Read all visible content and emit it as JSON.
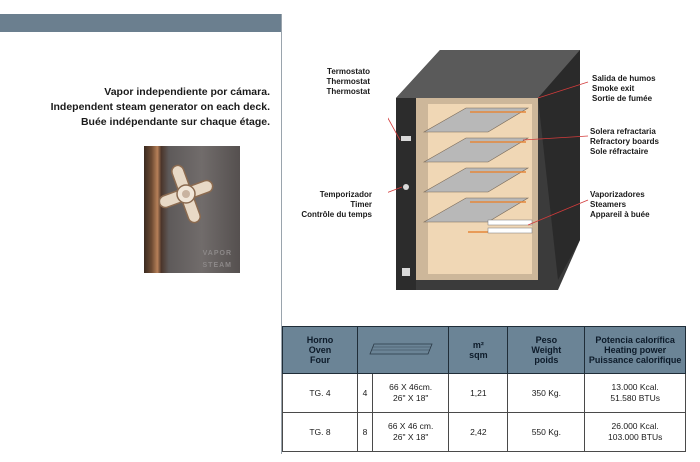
{
  "steam": {
    "es": "Vapor independiente por cámara.",
    "en": "Independent steam generator on each deck.",
    "fr": "Buée indépendante sur chaque étage."
  },
  "photo": {
    "label1": "VAPOR",
    "label2": "STEAM"
  },
  "labels": {
    "thermostat": [
      "Termostato",
      "Thermostat",
      "Thermostat"
    ],
    "timer": [
      "Temporizador",
      "Timer",
      "Contrôle du temps"
    ],
    "smoke": [
      "Salida de humos",
      "Smoke exit",
      "Sortie de fumée"
    ],
    "refractory": [
      "Solera refractaria",
      "Refractory boards",
      "Sole réfractaire"
    ],
    "steamers": [
      "Vaporizadores",
      "Steamers",
      "Appareil à buée"
    ]
  },
  "table": {
    "headers": {
      "oven": [
        "Horno",
        "Oven",
        "Four"
      ],
      "area": [
        "m²",
        "sqm"
      ],
      "weight": [
        "Peso",
        "Weight",
        "poids"
      ],
      "power": [
        "Potencia calorífica",
        "Heating power",
        "Puissance calorifique"
      ]
    },
    "rows": [
      {
        "model": "TG. 4",
        "decks": "4",
        "size1": "66 X 46cm.",
        "size2": "26\" X 18\"",
        "area": "1,21",
        "weight": "350 Kg.",
        "power1": "13.000 Kcal.",
        "power2": "51.580 BTUs"
      },
      {
        "model": "TG. 8",
        "decks": "8",
        "size1": "66 X 46 cm.",
        "size2": "26\" X 18\"",
        "area": "2,42",
        "weight": "550 Kg.",
        "power1": "26.000 Kcal.",
        "power2": "103.000 BTUs"
      }
    ]
  },
  "colors": {
    "header_bg": "#6b8496",
    "topbar": "#6b7f8f"
  }
}
